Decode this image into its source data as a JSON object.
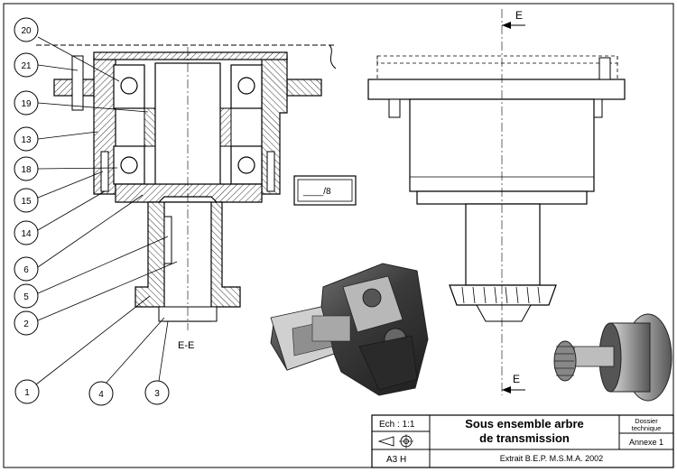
{
  "drawing": {
    "section_label": "E-E",
    "cut_mark_top": "E",
    "cut_mark_bottom": "E",
    "score_box": "____/8"
  },
  "callouts": [
    {
      "id": "20",
      "label": "20"
    },
    {
      "id": "21",
      "label": "21"
    },
    {
      "id": "19",
      "label": "19"
    },
    {
      "id": "13",
      "label": "13"
    },
    {
      "id": "18",
      "label": "18"
    },
    {
      "id": "15",
      "label": "15"
    },
    {
      "id": "14",
      "label": "14"
    },
    {
      "id": "6",
      "label": "6"
    },
    {
      "id": "5",
      "label": "5"
    },
    {
      "id": "2",
      "label": "2"
    },
    {
      "id": "1",
      "label": "1"
    },
    {
      "id": "4",
      "label": "4"
    },
    {
      "id": "3",
      "label": "3"
    }
  ],
  "title_block": {
    "scale": "Ech : 1:1",
    "format": "A3 H",
    "title_line1": "Sous ensemble arbre",
    "title_line2": "de transmission",
    "doc_type_line1": "Dossier",
    "doc_type_line2": "technique",
    "annex": "Annexe 1",
    "source": "Extrait B.E.P. M.S.M.A. 2002"
  }
}
